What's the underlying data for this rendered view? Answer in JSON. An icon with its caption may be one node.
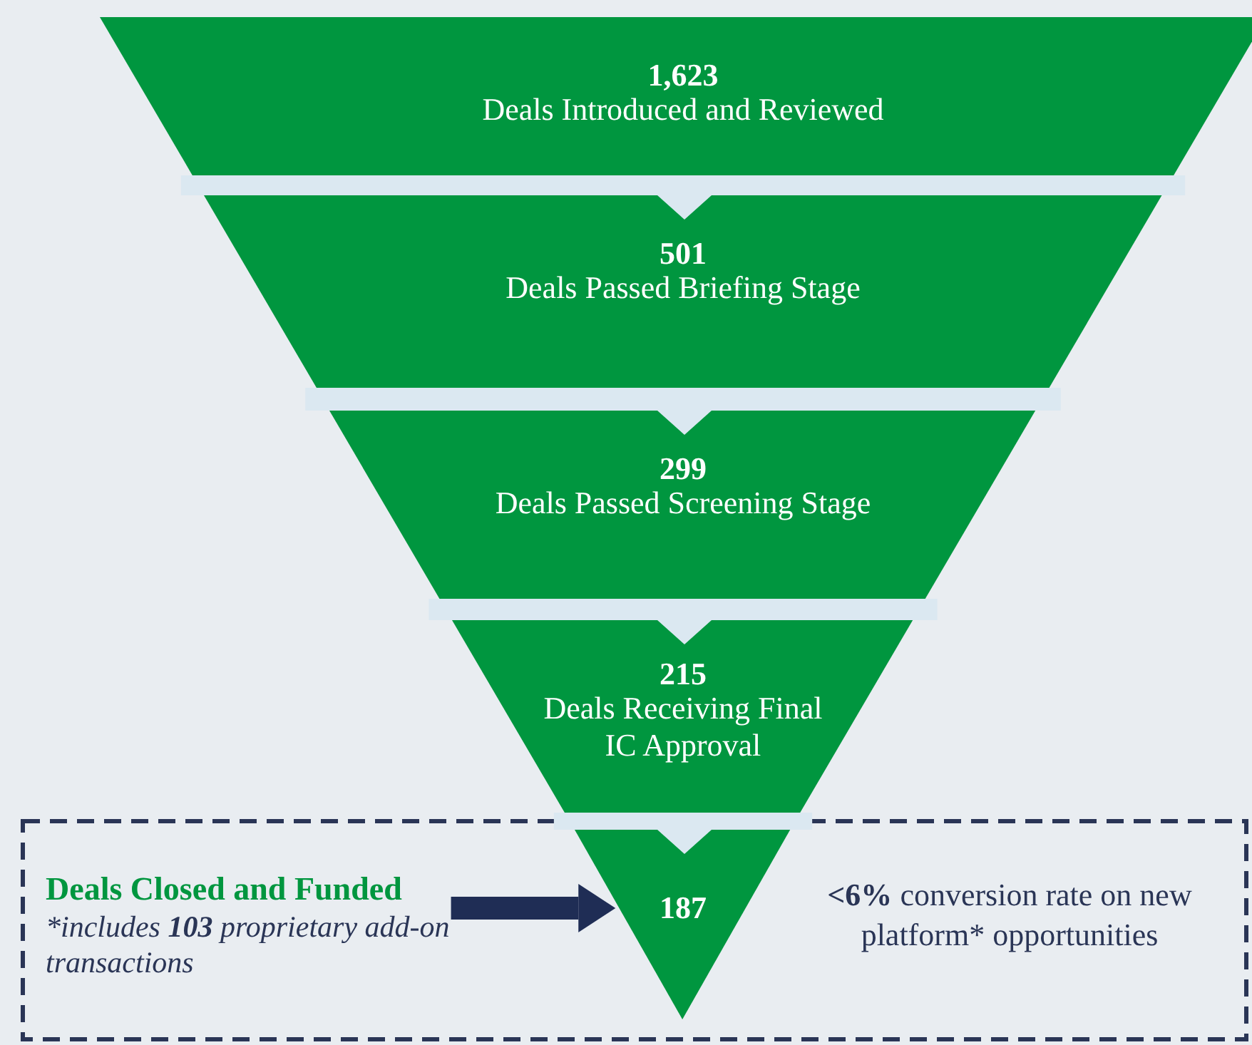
{
  "diagram": {
    "nodes": [
      {
        "text": [
          "1,623",
          "Deals Introduced and Reviewed"
        ]
      },
      {
        "text": [
          "501",
          "Deals Passed Briefing Stage"
        ]
      },
      {
        "text": [
          "299",
          "Deals Passed Screening Stage"
        ]
      },
      {
        "text": [
          "215",
          "Deals Receiving Final IC Approval"
        ]
      },
      {
        "text": [
          "Deals Closed and Funded",
          "*includes **103** proprietary add-on transactions"
        ]
      },
      {
        "text": [
          "187"
        ]
      }
    ],
    "edges": [
      {
        "from": 0,
        "to": 1,
        "arrow": "to"
      },
      {
        "from": 1,
        "to": 2,
        "arrow": "to"
      },
      {
        "from": 2,
        "to": 3,
        "arrow": "to"
      },
      {
        "from": 3,
        "to": 5,
        "arrow": "to"
      },
      {
        "from": 4,
        "to": 5,
        "arrow": "to",
        "style": "thick",
        "color": "#1f2d55"
      }
    ],
    "labels": [
      "**<6%** conversion rate on new platform* opportunities"
    ]
  }
}
